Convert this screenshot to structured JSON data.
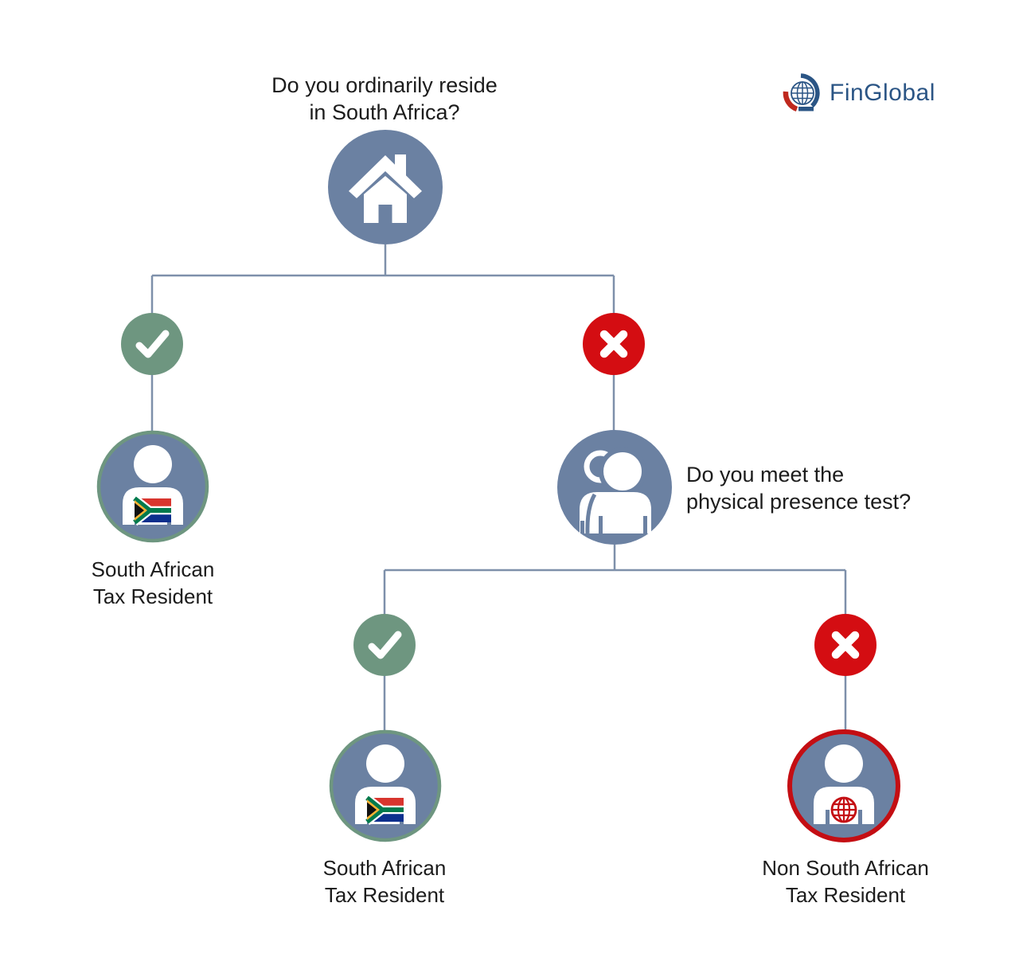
{
  "brand": {
    "name": "FinGlobal"
  },
  "questions": {
    "q1": {
      "line1": "Do you ordinarily reside",
      "line2": "in South Africa?"
    },
    "q2": {
      "line1": "Do you meet the",
      "line2": "physical presence test?"
    }
  },
  "outcomes": {
    "ordinarily_resident_yes": {
      "line1": "South African",
      "line2": "Tax Resident"
    },
    "physical_presence_yes": {
      "line1": "South African",
      "line2": "Tax Resident"
    },
    "physical_presence_no": {
      "line1": "Non South African",
      "line2": "Tax Resident"
    }
  },
  "icons": {
    "root": "house-icon",
    "yes": "check-icon",
    "no": "cross-icon",
    "sa_resident": "person-sa-flag-icon",
    "presence_question": "two-people-icon",
    "non_resident": "person-globe-icon",
    "brand": "globe-swoosh-icon"
  },
  "colors": {
    "node": "#6b81a2",
    "yes": "#6e9680",
    "no": "#d40d12",
    "line": "#7e90aa",
    "text": "#1c1c1c",
    "white": "#ffffff",
    "brand_blue": "#2b5585",
    "brand_red": "#bf281e",
    "outline_red": "#c40e13",
    "flag_red": "#d8352e",
    "flag_blue": "#0b2f8d",
    "flag_green": "#007a4d",
    "flag_gold": "#f9b233",
    "flag_black": "#111111"
  }
}
